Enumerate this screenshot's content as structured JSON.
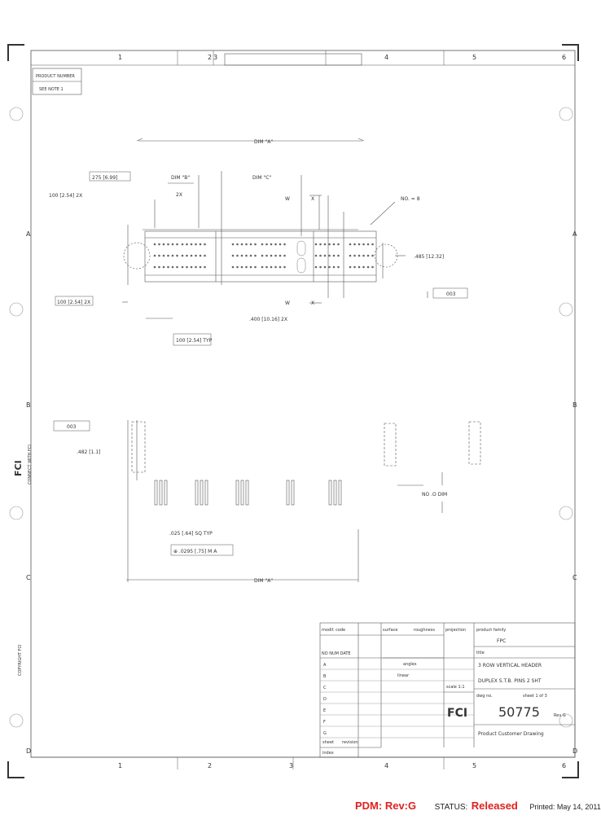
{
  "zones_top": [
    "1",
    "2",
    "3",
    "4",
    "5",
    "6"
  ],
  "zones_bottom": [
    "1",
    "2",
    "3",
    "4",
    "5",
    "6"
  ],
  "zones_left": [
    "A",
    "B",
    "C",
    "D"
  ],
  "zones_right": [
    "A",
    "B",
    "C",
    "D"
  ],
  "product_number": {
    "label": "PRODUCT NUMBER",
    "value": "SEE NOTE 1"
  },
  "dimensions": {
    "top_overall": "DIM \"A\"",
    "dim_b": "DIM \"B\"",
    "dim_c": "DIM \"C\"",
    "x2_a": "2X",
    "x2_b": "2X",
    "ref_275": "275 [6.99]",
    "pitch_100": "100 [2.54] 2X",
    "pitch_row": "100 [2.54] 2X",
    "vertical_row": "100 [2.54] TYP",
    "spacing_400": ".400 [10.16] 2X",
    "height_485": ".485 [12.32]",
    "flat_003": "003",
    "flat_003b": "003",
    "height_482": ".482 [1.1]",
    "tail_dia": ".025 [.64] SQ TYP",
    "tol_box": "⊕ .0295 [.75] M A",
    "note_min": "NO .O DIM",
    "pos_ref": "NO. = 8",
    "bottom_overall": "DIM \"A\"",
    "dim_w": "W",
    "dim_x": "X"
  },
  "title_block": {
    "modified": "modif. code",
    "surface": "surface",
    "roughness": "roughness",
    "protection": "projection",
    "product_family": "product family",
    "family_value": "FPC",
    "title_label": "title",
    "title_line1": "3 ROW VERTICAL HEADER",
    "title_line2": "DUPLEX S.T.B. PINS 2 SHT",
    "dwg_no_label": "dwg no.",
    "sheet_label": "sheet 1 of 3",
    "dwg_no": "50775",
    "rev_box": "Rev G",
    "doc_type": "Product Customer Drawing",
    "logo": "FCI",
    "ecn_header": "NO  NUM   DATE",
    "scale": "scale 1:1",
    "linear": "linear",
    "angles": "angles",
    "revisions": [
      {
        "rev": "A",
        "num": "",
        "date": ""
      },
      {
        "rev": "B",
        "num": "",
        "date": ""
      },
      {
        "rev": "C",
        "num": "",
        "date": ""
      },
      {
        "rev": "D",
        "num": "",
        "date": ""
      },
      {
        "rev": "E",
        "num": "",
        "date": ""
      },
      {
        "rev": "F",
        "num": "",
        "date": ""
      },
      {
        "rev": "G",
        "num": "",
        "date": ""
      }
    ],
    "sheet_label2": "sheet",
    "index_label": "index",
    "revision_label": "revision"
  },
  "side_text": {
    "fci_logo": "FCI",
    "connect": "CONNECT WITH FCI",
    "copyright": "COPYRIGHT FCI"
  },
  "status_bar": {
    "pdm": "PDM: Rev:G",
    "status_label": "STATUS:",
    "status_value": "Released",
    "printed": "Printed: May 14, 2011"
  },
  "colors": {
    "status_red": "#e02020",
    "line": "#555555"
  }
}
